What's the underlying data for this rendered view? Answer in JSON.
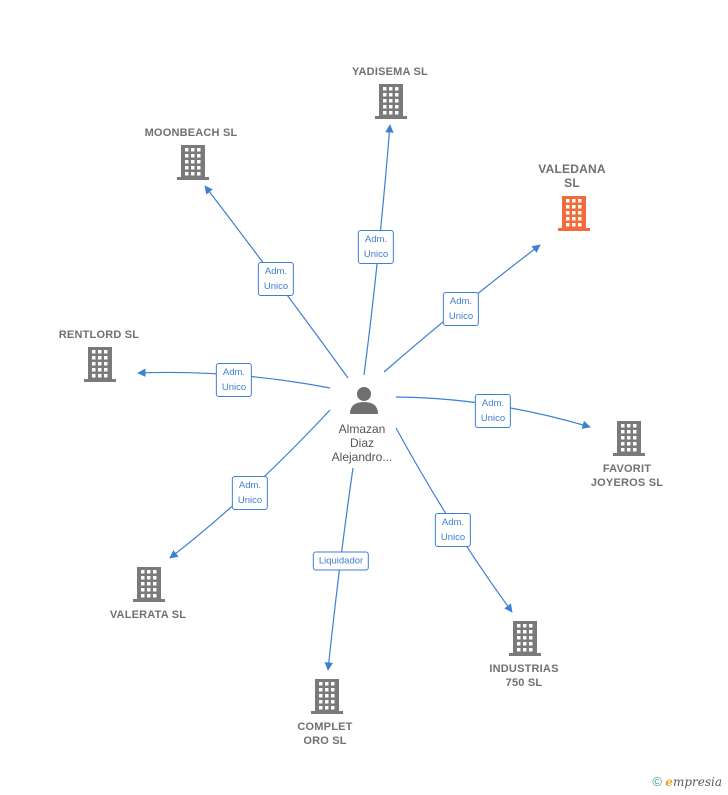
{
  "colors": {
    "edge": "#3d7fd4",
    "building": "#7a7a7a",
    "building_highlight": "#f26b3a",
    "person": "#6f6f6f"
  },
  "center": {
    "name": "Almazan\nDiaz\nAlejandro...",
    "icon": "person-icon"
  },
  "companies": [
    {
      "id": "yadisema",
      "label": "YADISEMA  SL",
      "icon": "building-icon",
      "highlight": false
    },
    {
      "id": "moonbeach",
      "label": "MOONBEACH SL",
      "icon": "building-icon",
      "highlight": false
    },
    {
      "id": "valedana",
      "label": "VALEDANA\nSL",
      "icon": "building-icon",
      "highlight": true
    },
    {
      "id": "rentlord",
      "label": "RENTLORD SL",
      "icon": "building-icon",
      "highlight": false
    },
    {
      "id": "favorit",
      "label": "FAVORIT\nJOYEROS  SL",
      "icon": "building-icon",
      "highlight": false
    },
    {
      "id": "valerata",
      "label": "VALERATA  SL",
      "icon": "building-icon",
      "highlight": false
    },
    {
      "id": "industrias",
      "label": "INDUSTRIAS\n750  SL",
      "icon": "building-icon",
      "highlight": false
    },
    {
      "id": "complet",
      "label": "COMPLET\nORO  SL",
      "icon": "building-icon",
      "highlight": false
    }
  ],
  "relations": [
    {
      "to": "yadisema",
      "label": "Adm.\nUnico"
    },
    {
      "to": "moonbeach",
      "label": "Adm.\nUnico"
    },
    {
      "to": "valedana",
      "label": "Adm.\nUnico"
    },
    {
      "to": "rentlord",
      "label": "Adm.\nUnico"
    },
    {
      "to": "favorit",
      "label": "Adm.\nUnico"
    },
    {
      "to": "valerata",
      "label": "Adm.\nUnico"
    },
    {
      "to": "industrias",
      "label": "Adm.\nUnico"
    },
    {
      "to": "complet",
      "label": "Liquidador"
    }
  ],
  "footer": {
    "copyright": "©",
    "brand_initial": "e",
    "brand_rest": "mpresia"
  }
}
